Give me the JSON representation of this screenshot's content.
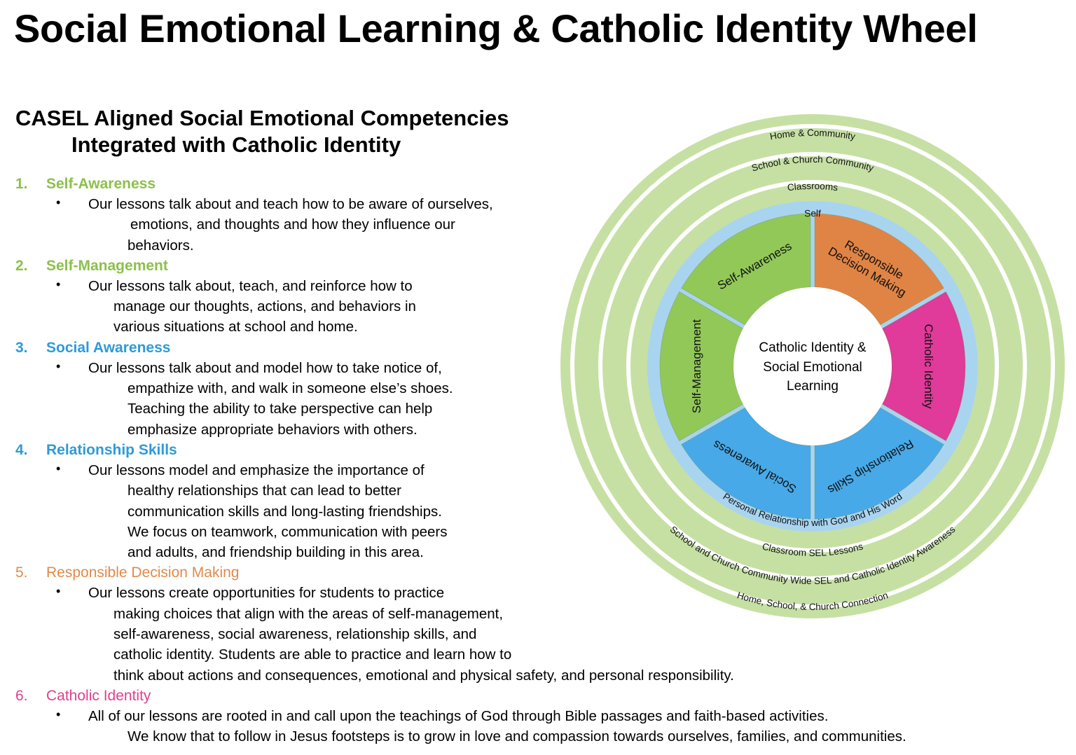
{
  "title": "Social Emotional Learning & Catholic Identity Wheel",
  "subtitle": {
    "line1": "CASEL Aligned Social Emotional Competencies",
    "line2": "Integrated with Catholic Identity"
  },
  "colors": {
    "green": "#8cc04b",
    "blue": "#2e9ad8",
    "orange": "#e08a4c",
    "pink": "#e0408e",
    "ring_green": "#c6e0a4",
    "ring_blue": "#a9d4f0",
    "seg_green": "#92c858",
    "seg_orange": "#e08445",
    "seg_pink": "#e03a9a",
    "seg_blue": "#47a9e8"
  },
  "sections": [
    {
      "number": "1.",
      "heading": "Self-Awareness",
      "lines": [
        "Our lessons talk about and teach how to be aware of ourselves,",
        "emotions, and thoughts and how they influence our",
        "behaviors."
      ]
    },
    {
      "number": "2.",
      "heading": "Self-Management",
      "lines": [
        "Our lessons talk about, teach, and reinforce how to",
        "manage our thoughts, actions, and behaviors in",
        "various situations at school and home."
      ]
    },
    {
      "number": "3.",
      "heading": "Social Awareness",
      "lines": [
        "Our lessons talk about and model how to take notice of,",
        "empathize with, and walk in someone else’s shoes.",
        "Teaching the ability to take perspective can help",
        "emphasize appropriate behaviors with others."
      ]
    },
    {
      "number": "4.",
      "heading": "Relationship Skills",
      "lines": [
        "Our lessons model and emphasize the importance of",
        "healthy relationships that can lead to better",
        "communication skills and long-lasting friendships.",
        "We focus on teamwork, communication with peers",
        "and adults, and friendship building in this area."
      ]
    },
    {
      "number": "5.",
      "heading": "Responsible Decision Making",
      "lines": [
        "Our lessons create opportunities for students to practice",
        "making choices that align with the areas of self-management,",
        "self-awareness, social awareness, relationship skills, and",
        "catholic identity. Students are able to practice and learn how to",
        "think about actions and consequences, emotional and physical safety, and personal responsibility."
      ]
    },
    {
      "number": "6.",
      "heading": "Catholic Identity",
      "lines": [
        "All of our lessons are rooted in and call upon the teachings of God through Bible passages and faith-based activities.",
        "We know that to follow in Jesus footsteps is to grow in love and compassion towards ourselves, families, and communities."
      ]
    }
  ],
  "wheel": {
    "center": [
      "Catholic Identity &",
      "Social Emotional",
      "Learning"
    ],
    "top_labels": [
      "Home & Community",
      "School & Church Community",
      "Classrooms",
      "Self"
    ],
    "bottom_labels": [
      "Personal Relationship with God and His Word",
      "Classroom SEL Lessons",
      "School and Church Community Wide SEL and Catholic Identity Awareness",
      "Home, School, & Church Connection"
    ],
    "segments": [
      {
        "label": "Self-Awareness"
      },
      {
        "label": [
          "Responsible",
          "Decision Making"
        ]
      },
      {
        "label": "Catholic Identity"
      },
      {
        "label": "Relationship Skills"
      },
      {
        "label": "Social Awareness"
      },
      {
        "label": "Self-Management"
      }
    ]
  }
}
